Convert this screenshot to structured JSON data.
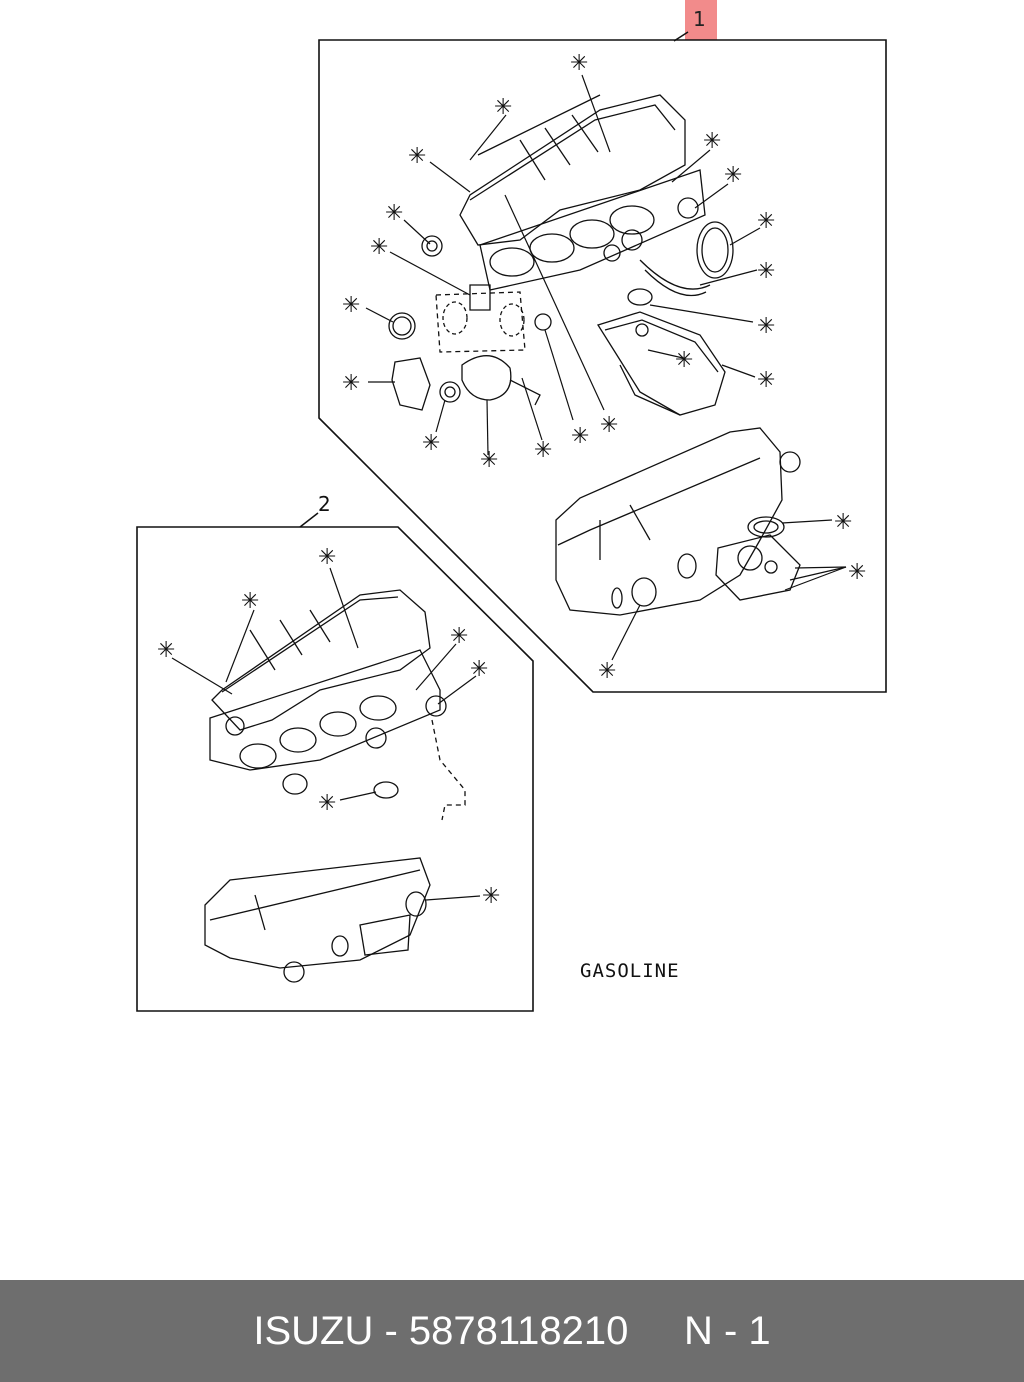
{
  "callouts": {
    "one": "1",
    "two": "2"
  },
  "marker_glyph": "✳",
  "engine_label": "GASOLINE",
  "footer": {
    "brand": "ISUZU",
    "separator": " - ",
    "part_number": "5878118210",
    "page": "N - 1"
  },
  "colors": {
    "callout_1_highlight": "#f28b8b",
    "footer_bg": "#6e6e6e",
    "footer_text": "#ffffff",
    "line": "#111111"
  }
}
